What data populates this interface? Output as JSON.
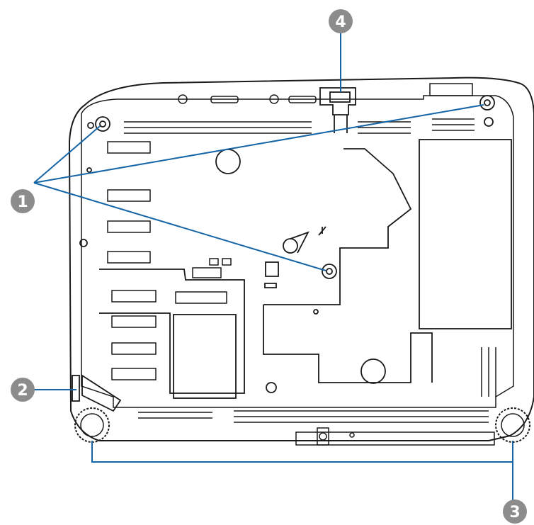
{
  "callouts": [
    {
      "id": "1",
      "label": "1"
    },
    {
      "id": "2",
      "label": "2"
    },
    {
      "id": "3",
      "label": "3"
    },
    {
      "id": "4",
      "label": "4"
    }
  ],
  "colors": {
    "outline": "#1a1a1a",
    "leader_line": "#1565a6",
    "badge": "#8c8c8c",
    "background": "#ffffff"
  }
}
